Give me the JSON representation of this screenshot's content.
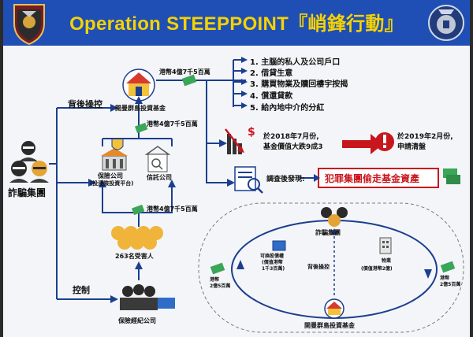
{
  "title": "Operation STEEPPOINT『峭鋒行動』",
  "nodes": {
    "fraud_group": "詐騙集團",
    "investment_fund": "開曼群島投資基金",
    "insurance_company": "保險公司",
    "insurance_company_note": "(投連險投資平台)",
    "trust_company": "信託公司",
    "victims": "263名受害人",
    "brokerage": "保險經紀公司"
  },
  "relations": {
    "behind_control": "背後操控",
    "control": "控制"
  },
  "amounts": {
    "to_fund": "港幣4億7千5百萬",
    "to_insurer": "港幣4億7千5百萬",
    "from_victims": "港幣4億7千5百萬"
  },
  "fund_uses": [
    "1. 主腦的私人及公司戶口",
    "2. 借貸生意",
    "3. 購買物業及贖回樓宇按揭",
    "4. 償還貸款",
    "5. 給內地中介的分紅"
  ],
  "timeline": {
    "fall": "於2018年7月份,\n基金價值大跌9成3",
    "liquidation": "於2019年2月份,\n申請清盤"
  },
  "investigation": {
    "label": "調查後發現:",
    "finding": "犯罪集團偷走基金資產"
  },
  "cycle": {
    "fraud_group": "詐騙集團",
    "fund": "開曼群島投資基金",
    "behind_control": "背後操控",
    "bonds_label": "可換股債權",
    "bonds_value": "(價值港幣\n1千3百萬)",
    "property_label": "物業",
    "property_value": "(價值港幣2億)",
    "left_amount": "港幣\n2億5百萬",
    "right_amount": "港幣\n2億5百萬"
  },
  "colors": {
    "banner": "#1f4fb4",
    "title": "#f6d200",
    "arrow": "#1b3f8f",
    "danger": "#c8161d",
    "money": "#3aa657"
  },
  "icons": [
    "police-crest-icon",
    "hk-police-badge-icon",
    "house-icon",
    "money-icon",
    "bank-icon",
    "shield-icon",
    "people-icon",
    "document-search-icon",
    "alert-icon",
    "chart-down-icon"
  ]
}
